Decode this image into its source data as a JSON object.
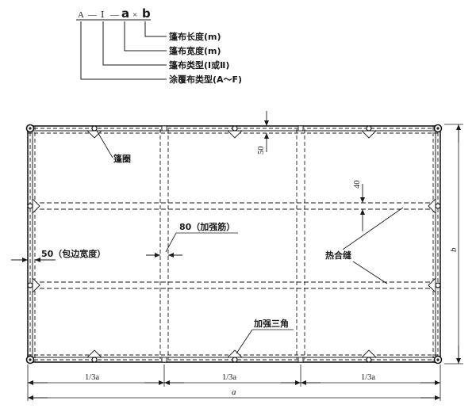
{
  "code": {
    "a": "A",
    "dash1": "—",
    "roman": "Ⅰ",
    "dash2": "—",
    "len_var": "a",
    "times": "×",
    "wid_var": "b"
  },
  "legend": [
    "篷布长度(m)",
    "篷布宽度(m)",
    "篷布类型(Ⅰ或Ⅱ)",
    "涂覆布类型(A～F)"
  ],
  "labels": {
    "grommet": "篷圈",
    "rib": "80（加强筋）",
    "hem": "50（包边宽度）",
    "seam": "热合缝",
    "corner": "加强三角",
    "dim_top": "50",
    "dim_inner": "40",
    "third_1": "1/3a",
    "third_2": "1/3a",
    "third_3": "1/3a",
    "total_a": "a",
    "total_b": "b"
  }
}
